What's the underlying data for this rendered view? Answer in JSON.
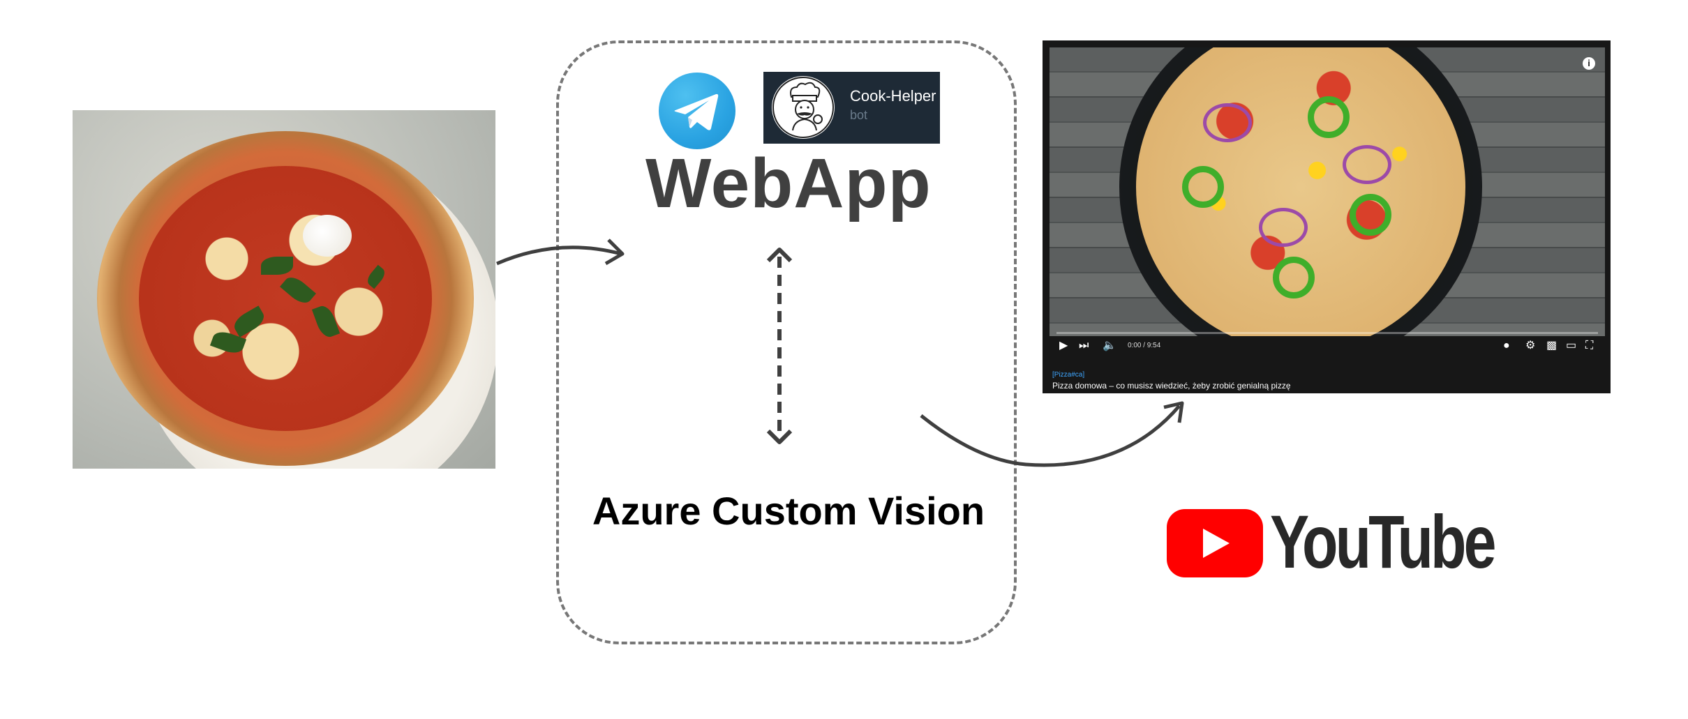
{
  "bot": {
    "name": "Cook-Helper",
    "subtitle": "bot"
  },
  "webapp": {
    "title": "WebApp"
  },
  "vision": {
    "label": "Azure Custom Vision"
  },
  "video": {
    "tag": "[Pizza#ca]",
    "caption": "Pizza domowa – co musisz wiedzieć, żeby zrobić genialną pizzę",
    "time": "0:00 / 9:54"
  },
  "youtube": {
    "wordmark": "YouTube"
  },
  "colors": {
    "arrow": "#3f3f3f",
    "dashed_border": "#777777",
    "telegram": "#2aa3e2",
    "youtube_red": "#ff0000",
    "bot_badge": "#1e2a36"
  }
}
